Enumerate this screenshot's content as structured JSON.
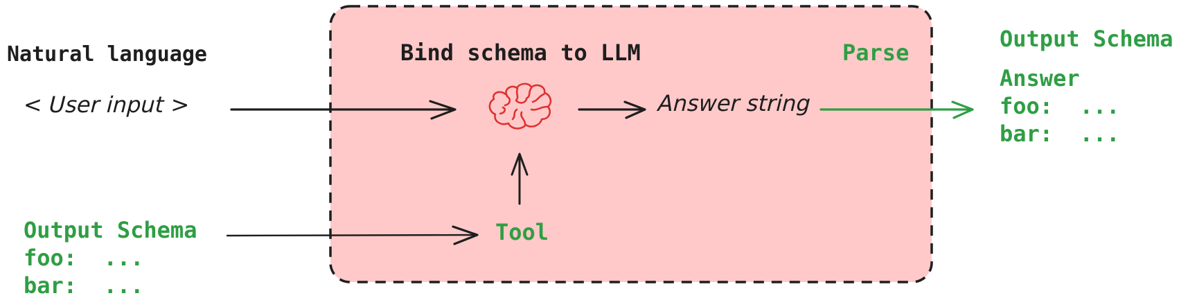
{
  "colors": {
    "ink": "#1e1e1e",
    "green": "#2f9e44",
    "red": "#e03131",
    "pink": "#ffc9c9",
    "background": "#ffffff"
  },
  "nl_input": {
    "title": "Natural language",
    "value": "< User input >"
  },
  "schema_input": {
    "title": "Output Schema",
    "fields": [
      "foo:  ...",
      "bar:  ..."
    ]
  },
  "llm_box": {
    "title": "Bind schema to LLM",
    "parse_label": "Parse",
    "answer_label": "Answer string",
    "tool_label": "Tool"
  },
  "output": {
    "title": "Output Schema",
    "type_label": "Answer",
    "fields": [
      "foo:  ...",
      "bar:  ..."
    ]
  },
  "icons": {
    "brain": "brain-icon",
    "input_arrow": "arrow-right-icon",
    "answer_arrow": "arrow-right-icon",
    "parse_arrow": "arrow-right-icon",
    "tool_arrow": "arrow-up-icon",
    "schema_arrow": "arrow-right-icon"
  }
}
